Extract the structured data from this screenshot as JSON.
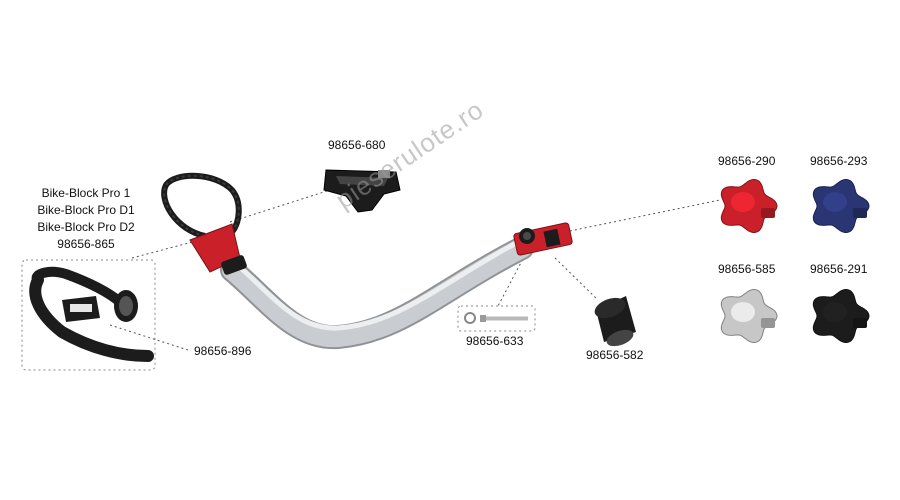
{
  "labels": {
    "model_lines": [
      "Bike-Block Pro 1",
      "Bike-Block Pro D1",
      "Bike-Block Pro D2"
    ],
    "strap_kit": "98656-865",
    "strap": "98656-896",
    "pad": "98656-680",
    "bolt": "98656-633",
    "spacer": "98656-582",
    "knob_red": "98656-290",
    "knob_blue": "98656-293",
    "knob_grey": "98656-585",
    "knob_black": "98656-291"
  },
  "watermark": "pieserulote.ro",
  "colors": {
    "red": "#c9202a",
    "blue": "#2a3574",
    "grey": "#c7c7c7",
    "black": "#1c1c1c",
    "arm": "#c9ccd0"
  }
}
